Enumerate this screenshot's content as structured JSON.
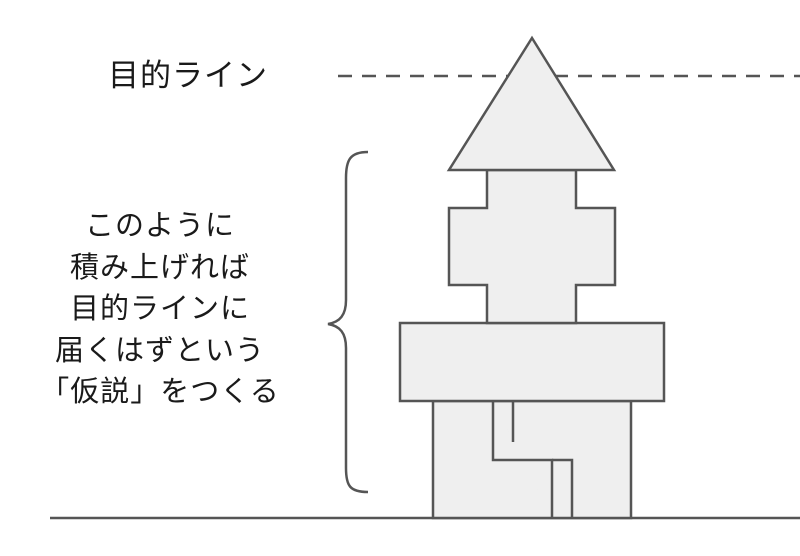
{
  "goal_label": "目的ライン",
  "explanation_lines": [
    "このように",
    "積み上げれば",
    "目的ラインに",
    "届くはずという",
    "「仮説」をつくる"
  ],
  "colors": {
    "stroke": "#555555",
    "block_fill": "#efefef",
    "text": "#1a1a1a",
    "background": "#ffffff"
  }
}
